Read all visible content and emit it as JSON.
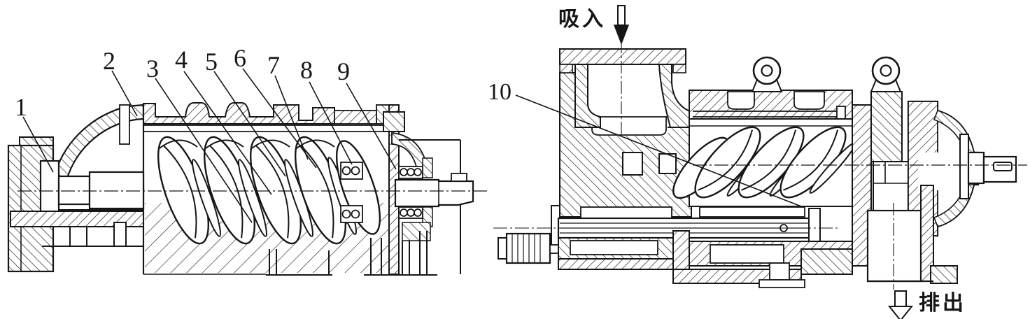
{
  "part_labels": [
    "1",
    "2",
    "3",
    "4",
    "5",
    "6",
    "7",
    "8",
    "9",
    "10"
  ],
  "annotations": {
    "suction": "吸入",
    "discharge": "排出"
  },
  "colors": {
    "ink": "#161616",
    "background": "#ffffff"
  }
}
